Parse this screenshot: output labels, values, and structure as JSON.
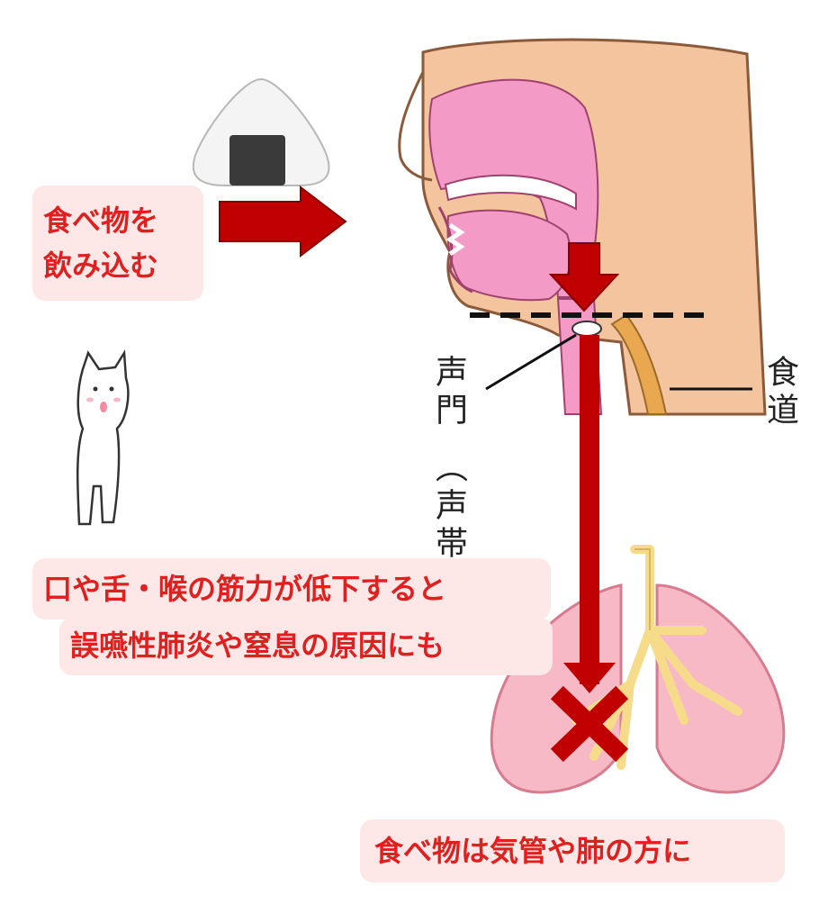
{
  "labels": {
    "swallow_line1": "食べ物を",
    "swallow_line2": "飲み込む",
    "glottis": "声門",
    "glottis_paren": "（声帯）",
    "esophagus": "食道",
    "weakness_line1": "口や舌・喉の筋力が低下すると",
    "weakness_line2": "誤嚥性肺炎や窒息の原因にも",
    "result": "食べ物は気管や肺の方に"
  },
  "colors": {
    "arrow_red": "#c00000",
    "label_text_red": "#e01f1f",
    "label_background": "#fde7e7",
    "skin": "#f4c49e",
    "nasal_cavity_pink": "#f39ac6",
    "lung_pink": "#f7b9c6",
    "bronchi_yellow": "#f6dc8a",
    "esophagus_orange": "#e9a750"
  },
  "icons": {
    "food": "onigiri-icon",
    "character": "white-cat-illustration",
    "blocked": "cross-mark-icon"
  }
}
